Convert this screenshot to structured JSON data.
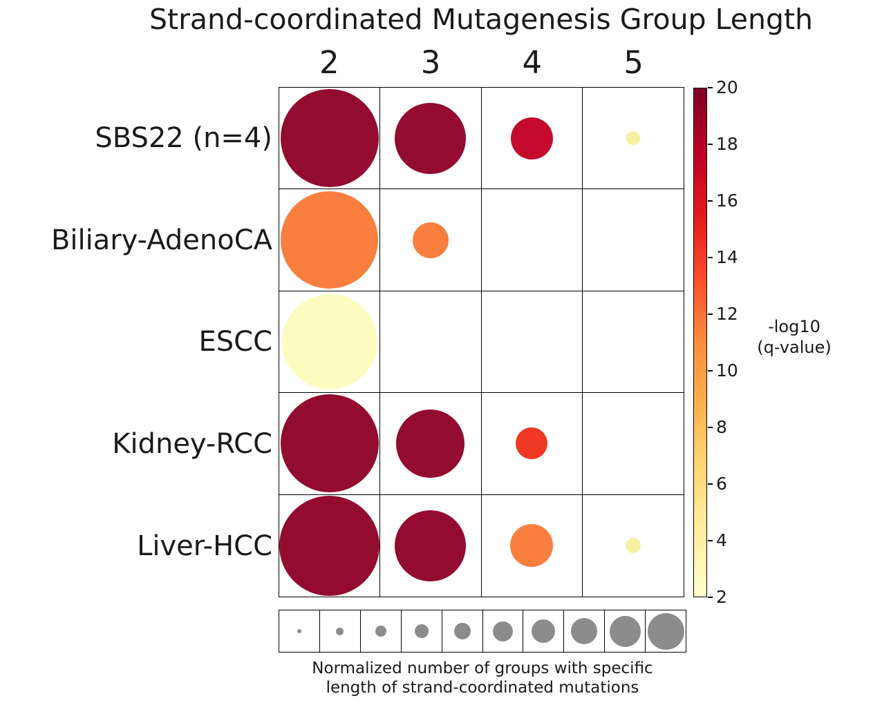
{
  "title": "Strand-coordinated Mutagenesis Group Length",
  "colors": {
    "bubble_dark_red": "#930b2e",
    "bubble_crimson": "#c40a2c",
    "bubble_red_orange": "#ee3823",
    "bubble_orange": "#f87f3e",
    "bubble_pale_yellow": "#f6f1a1",
    "bubble_cream": "#fcfcc1",
    "legend_gray": "#8c8c8c",
    "line": "#000000"
  },
  "chart_data": {
    "type": "bubble-matrix",
    "title": "Strand-coordinated Mutagenesis Group Length",
    "x_axis_meaning": "Strand-coordinated mutagenesis group length",
    "columns": [
      "2",
      "3",
      "4",
      "5"
    ],
    "rows": [
      {
        "label": "SBS22 (n=4)",
        "bubbles": [
          {
            "col": "2",
            "size": 0.98,
            "q_est": 19,
            "color": "#930b2e"
          },
          {
            "col": "3",
            "size": 0.71,
            "q_est": 19,
            "color": "#930b2e"
          },
          {
            "col": "4",
            "size": 0.42,
            "q_est": 17,
            "color": "#c40a2c"
          },
          {
            "col": "5",
            "size": 0.14,
            "q_est": 3,
            "color": "#f6f1a1"
          }
        ]
      },
      {
        "label": "Biliary-AdenoCA",
        "bubbles": [
          {
            "col": "2",
            "size": 0.97,
            "q_est": 11,
            "color": "#f87f3e"
          },
          {
            "col": "3",
            "size": 0.36,
            "q_est": 11,
            "color": "#f87f3e"
          },
          null,
          null
        ]
      },
      {
        "label": "ESCC",
        "bubbles": [
          {
            "col": "2",
            "size": 0.95,
            "q_est": 2.5,
            "color": "#fcfcc1"
          },
          null,
          null,
          null
        ]
      },
      {
        "label": "Kidney-RCC",
        "bubbles": [
          {
            "col": "2",
            "size": 0.98,
            "q_est": 19,
            "color": "#930b2e"
          },
          {
            "col": "3",
            "size": 0.68,
            "q_est": 19,
            "color": "#930b2e"
          },
          {
            "col": "4",
            "size": 0.32,
            "q_est": 14,
            "color": "#ee3823"
          },
          null
        ]
      },
      {
        "label": "Liver-HCC",
        "bubbles": [
          {
            "col": "2",
            "size": 1.0,
            "q_est": 19,
            "color": "#930b2e"
          },
          {
            "col": "3",
            "size": 0.71,
            "q_est": 19,
            "color": "#930b2e"
          },
          {
            "col": "4",
            "size": 0.43,
            "q_est": 11,
            "color": "#f87f3e"
          },
          {
            "col": "5",
            "size": 0.15,
            "q_est": 3,
            "color": "#f6f1a1"
          }
        ]
      }
    ],
    "colorbar": {
      "label_line1": "-log10",
      "label_line2": "(q-value)",
      "min": 2,
      "max": 20,
      "ticks": [
        "20",
        "18",
        "16",
        "14",
        "12",
        "10",
        "8",
        "6",
        "4",
        "2"
      ],
      "colormap": "YlOrRd",
      "gradient_bottom_to_top": [
        "#ffffcc",
        "#ffeda0",
        "#fed976",
        "#feb24c",
        "#fd8d3c",
        "#fc4e2a",
        "#e31a1c",
        "#bd0026",
        "#800026"
      ]
    },
    "size_legend": {
      "caption_line1": "Normalized number of groups with specific",
      "caption_line2": "length of strand-coordinated mutations",
      "dot_sizes": [
        0.1,
        0.19,
        0.27,
        0.34,
        0.42,
        0.5,
        0.58,
        0.66,
        0.78,
        0.92
      ]
    }
  }
}
